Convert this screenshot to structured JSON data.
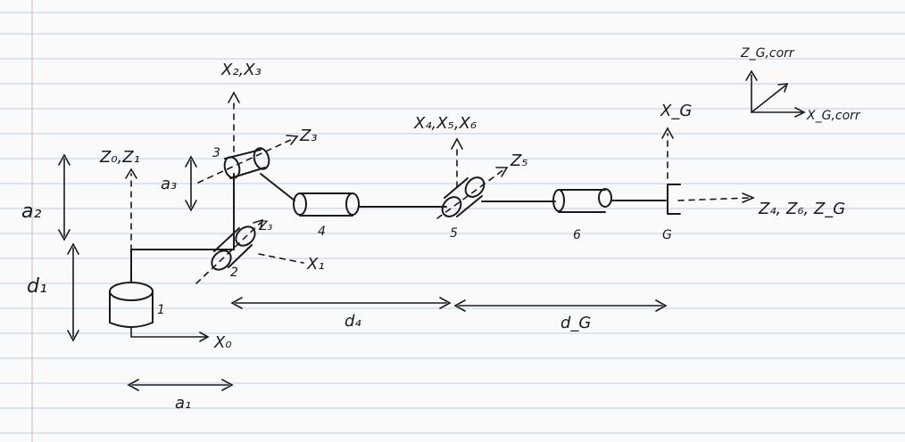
{
  "frames": {
    "z0z1": "Z₀,Z₁",
    "x2x3": "X₂,X₃",
    "z3": "Z₃",
    "z3b": "Z₃",
    "x1": "X₁",
    "x0": "X₀",
    "x4x5x6": "X₄,X₅,X₆",
    "z5": "Z₅",
    "xG": "X_G",
    "z4z6zG": "Z₄, Z₆, Z_G",
    "zGcorr": "Z_G,corr",
    "xGcorr": "X_G,corr"
  },
  "joints": {
    "j1": "1",
    "j2": "2",
    "j3": "3",
    "j4": "4",
    "j5": "5",
    "j6": "6",
    "jG": "G"
  },
  "params": {
    "a1": "a₁",
    "a2": "a₂",
    "a3": "a₃",
    "d1": "d₁",
    "d4": "d₄",
    "dG": "d_G"
  }
}
